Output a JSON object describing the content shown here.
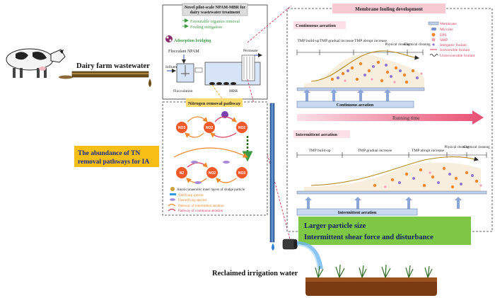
{
  "left": {
    "source_label": "Dairy farm wastewater",
    "tn_note_line1": "The abundance of TN",
    "tn_note_line2": "removal pathways for IA",
    "reclaimed_label": "Reclaimed irrigation water"
  },
  "process_box": {
    "title_line1": "Novel pilot-scale NPAM-MBR for",
    "title_line2": "dairy wastewater treatment",
    "benefit1": "Favourable organics removal",
    "benefit2": "Fouling mitigation",
    "adsorption": "Adsorption bridging",
    "flocculant": "Flocculant NPAM",
    "influent": "Influent",
    "permeate": "Permeate",
    "flocculation": "Flocculation",
    "mbr": "MBR"
  },
  "nitrogen": {
    "title": "Nitrogen removal pathway",
    "no3": "NO3",
    "no2": "NO2",
    "n2": "N2",
    "inner_layers": "Anoxic/anaerobic inner layers of sludge particle",
    "nitrifying": "Nitrifying species",
    "denitrifying": "Denitrifying species",
    "pathway_ia": "Pathway of intermittent aeration",
    "pathway_ca": "Pathway of continuous aeration"
  },
  "fouling": {
    "header": "Membrane fouling development",
    "continuous_title": "Continuous aeration",
    "intermittent_title": "Intermittent aeration",
    "running_time": "Running time",
    "ca_stage1": "TMP build-up",
    "ca_stage2": "TMP gradual increase",
    "ca_stage3": "TMP abrupt increase",
    "ca_stage4": "Physical cleaning",
    "ca_stage5": "Chemical cleaning",
    "ia_stage1": "TMP build-up",
    "ia_stage2": "TMP gradual increase",
    "ia_stage3": "TMP abrupt increase",
    "ia_stage4": "Physical cleaning",
    "ia_stage5": "Chemical cleaning",
    "continuous_bar": "Continuous aeration",
    "intermittent_bar": "Intermittent aeration"
  },
  "legend": {
    "membrane": "Membrane",
    "microbe": "Microbe",
    "eps": "EPS",
    "smp": "SMP",
    "inorganic": "Inorganic foulant",
    "irreversible": "Irreversible foulant",
    "unrecoverable": "Unrecoverable foulant"
  },
  "callout": {
    "line1": "Larger particle size",
    "line2": "Intermittent shear force and disturbance"
  },
  "colors": {
    "accent_red": "#d83a5a",
    "header_pink": "#f6c9d3",
    "tn_box": "#f7bf16",
    "callout_green": "#7ec846",
    "blue_bar": "#c9d9f1",
    "orange": "#f0882a",
    "green_text": "#3c9a43"
  }
}
